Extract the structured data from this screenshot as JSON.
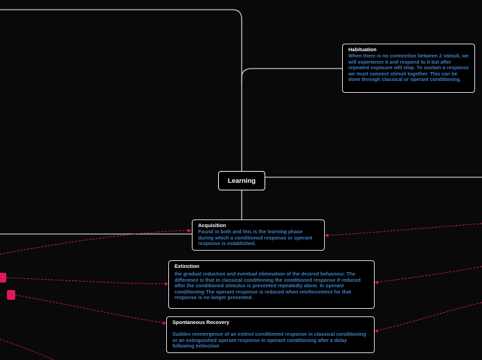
{
  "center": {
    "label": "Learning"
  },
  "nodes": {
    "habituation": {
      "title": "Habituation",
      "body": "When there is no connection between 2 stimuli, we will experience it and respond to it but after repeated exposure will stop. To sustain a response we must connect stimuli together. This can be done through classical or operant conditioning."
    },
    "acquisition": {
      "title": "Acquisition",
      "body": "Found in both and this is the learning phase during which a conditioned response or operant response is established."
    },
    "extinction": {
      "title": "Extinction",
      "body": "the gradual reduction and eventual elimination of the desired behaviour. The difference is that in classical conditioning the conditioned response if reduced after the conditioned stimulus is presented repeatedly alone. In operant conditioning  The  operant response is reduced when reinforcement for that response is no longer presented."
    },
    "spontaneous_recovery": {
      "title": "Spontaneous Recovery",
      "body": "Sudden reemergence of an extinct conditioned response in classical conditioning or an extinguished operant response in operant conditioning after a delay following extinction"
    }
  },
  "colors": {
    "background": "#09090b",
    "node_border": "#e6e6e6",
    "title_text": "#ffffff",
    "body_text": "#3b82c4",
    "branch_line": "#cfcfcf",
    "relation_line": "#e0195a",
    "marker": "#e0195a"
  }
}
